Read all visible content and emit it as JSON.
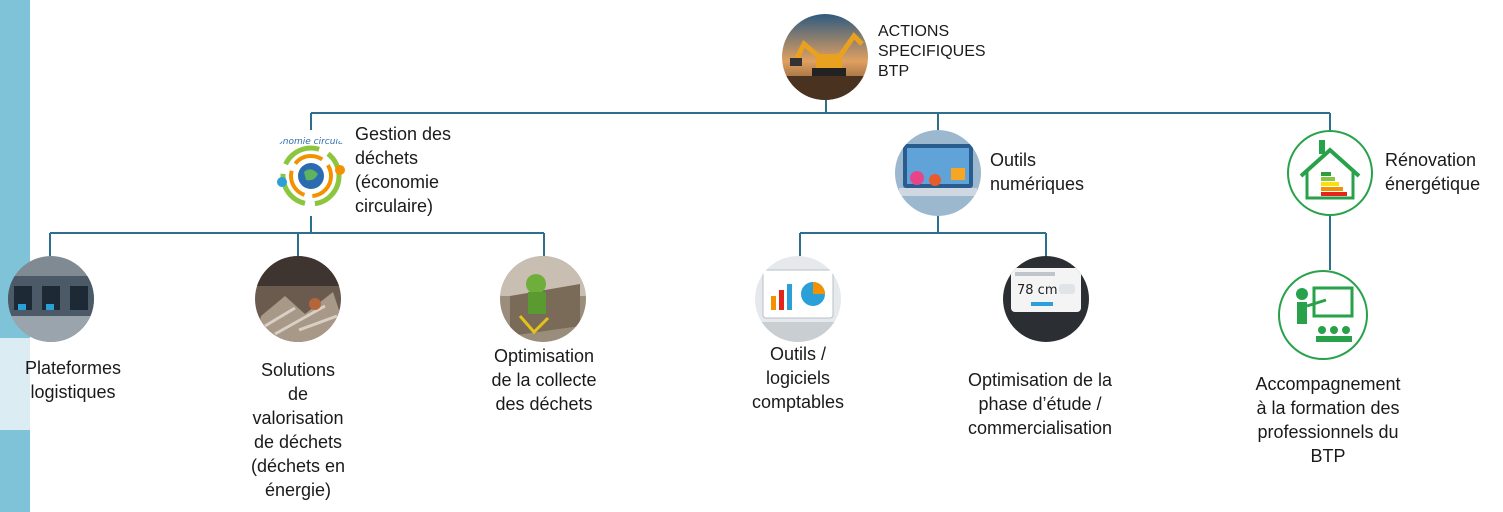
{
  "root": {
    "label": "ACTIONS\nSPECIFIQUES\nBTP",
    "icon": "excavator-icon"
  },
  "branches": [
    {
      "label": "Gestion des\ndéchets\n(économie\ncirculaire)",
      "logo_text": "économie circulaire",
      "icon": "circular-economy-icon",
      "children": [
        {
          "label": "Plateformes\nlogistiques",
          "icon": "warehouse-docks-icon"
        },
        {
          "label": "Solutions\nde\nvalorisation\nde déchets\n(déchets en\nénergie)",
          "icon": "scrap-metal-icon"
        },
        {
          "label": "Optimisation\nde la collecte\ndes déchets",
          "icon": "waste-collection-icon"
        }
      ]
    },
    {
      "label": "Outils\nnumériques",
      "icon": "laptop-digital-icon",
      "children": [
        {
          "label": "Outils /\nlogiciels\ncomptables",
          "icon": "accounting-charts-icon"
        },
        {
          "label": "Optimisation de la\nphase d’étude /\ncommercialisation",
          "icon": "measure-app-icon",
          "screen_text": "78 cm"
        }
      ]
    },
    {
      "label": "Rénovation\nénergétique",
      "icon": "energy-house-icon",
      "children": [
        {
          "label": "Accompagnement\nà la formation des\nprofessionnels du\nBTP",
          "icon": "training-presentation-icon"
        }
      ]
    }
  ],
  "colors": {
    "connector": "#2e6f8e",
    "accent_green": "#27a24a",
    "side_bar": "#7fc3d9"
  }
}
